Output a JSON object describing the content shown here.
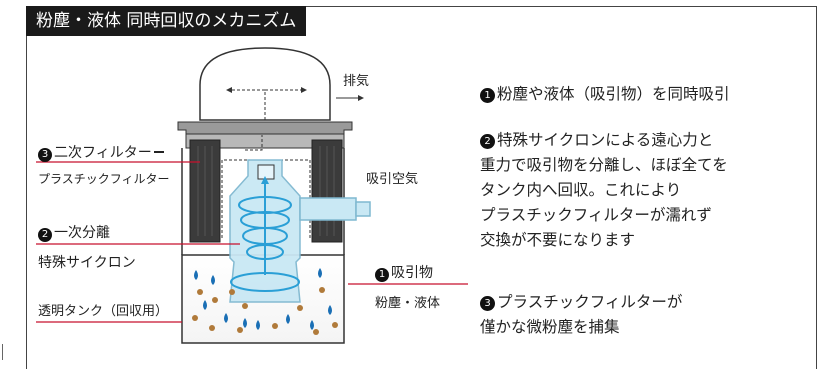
{
  "title": "粉塵・液体 同時回収のメカニズム",
  "labels": {
    "exhaust": "排気",
    "intake_air": "吸引空気",
    "secondary_filter_num": "3",
    "secondary_filter": "二次フィルター",
    "plastic_filter": "プラスチックフィルター",
    "primary_sep_num": "2",
    "primary_sep": "一次分離",
    "special_cyclone": "特殊サイクロン",
    "clear_tank": "透明タンク（回収用）",
    "suction_num": "1",
    "suction": "吸引物",
    "dust_liquid": "粉塵・液体"
  },
  "descriptions": [
    {
      "num": "1",
      "lines": [
        "粉塵や液体（吸引物）を同時吸引"
      ]
    },
    {
      "num": "2",
      "lines": [
        "特殊サイクロンによる遠心力と",
        "重力で吸引物を分離し、ほぼ全てを",
        "タンク内へ回収。これにより",
        "プラスチックフィルターが濡れず",
        "交換が不要になります"
      ]
    },
    {
      "num": "3",
      "lines": [
        "プラスチックフィルターが",
        "僅かな微粉塵を捕集"
      ]
    }
  ],
  "colors": {
    "leader": "#c8102e",
    "cyclone": "#6ec6e6",
    "water": "#1a6fb5",
    "dust": "#b07a3a",
    "filter": "#3a3a3a"
  }
}
